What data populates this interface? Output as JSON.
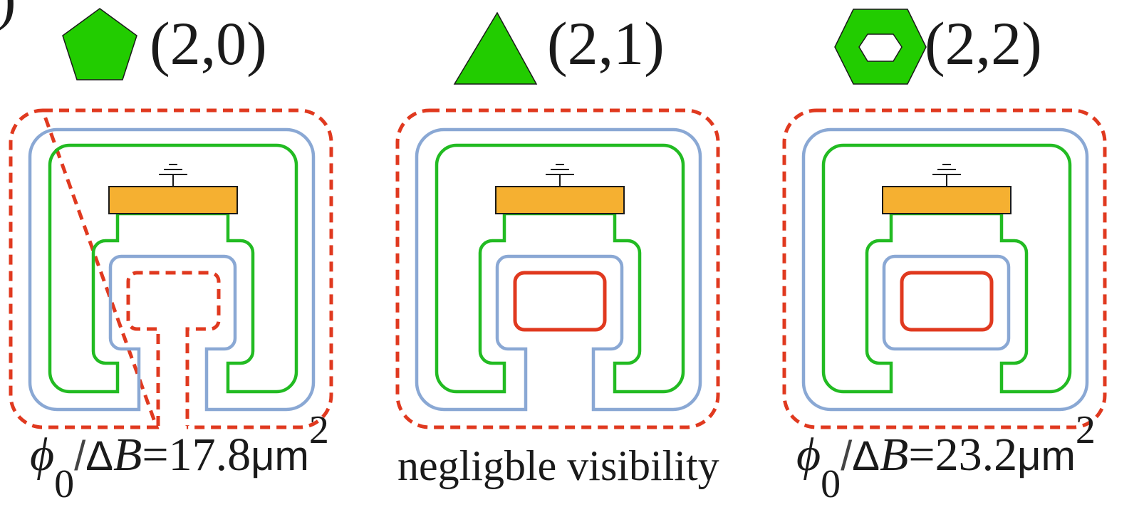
{
  "corner_glyph": ")",
  "colors": {
    "green": "#22bb22",
    "green_fill": "#22cc00",
    "blue": "#8aa8d4",
    "red": "#e0391f",
    "orange": "#f5b031",
    "black": "#1a1a1a"
  },
  "panels": [
    {
      "shape_icon": "pentagon",
      "mode_label": "(2,0)",
      "inner_loop_style": "dashed-open",
      "caption": {
        "phi": "ϕ",
        "sub": "0",
        "slash": "/",
        "delta": "Δ",
        "b": "B",
        "eq": "=17.8",
        "unit": "μm",
        "sup": "2"
      }
    },
    {
      "shape_icon": "triangle",
      "mode_label": "(2,1)",
      "inner_loop_style": "solid-closed",
      "caption_text": "negligble visibility"
    },
    {
      "shape_icon": "hexagon-ring",
      "mode_label": "(2,2)",
      "inner_loop_style": "solid-closed",
      "caption": {
        "phi": "ϕ",
        "sub": "0",
        "slash": "/",
        "delta": "Δ",
        "b": "B",
        "eq": "=23.2",
        "unit": "μm",
        "sup": "2"
      }
    }
  ]
}
